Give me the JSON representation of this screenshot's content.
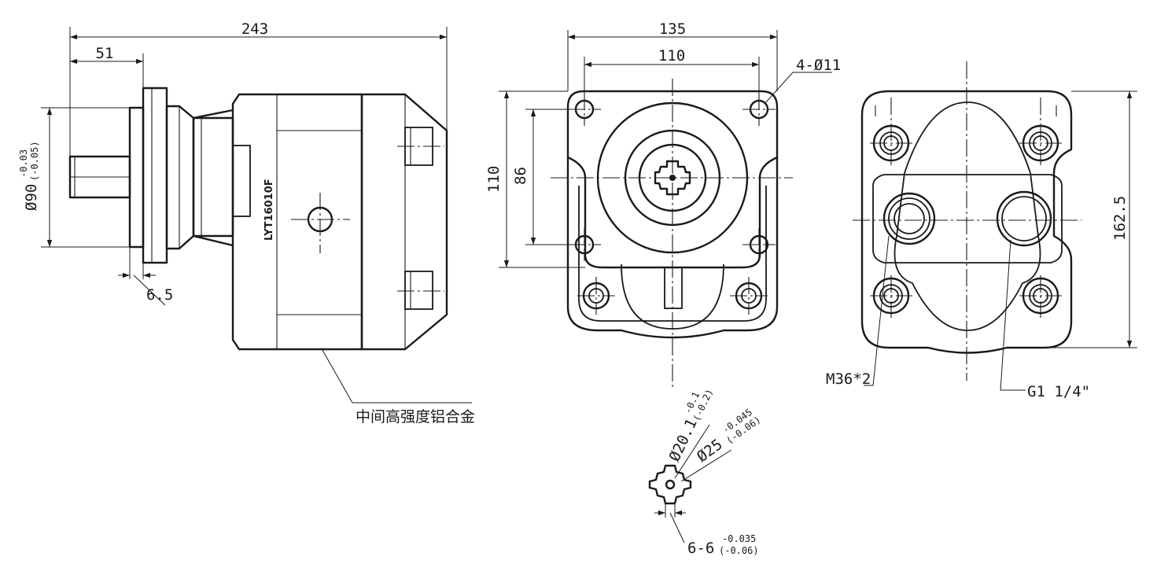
{
  "drawing": {
    "model": "LYT16010F",
    "material_note": "中间高强度铝合金",
    "dims": {
      "overall_length": "243",
      "flange_offset": "51",
      "shaft_dia": "Ø90",
      "shaft_tol_upper": "-0.03",
      "shaft_tol_lower": "(-0.05)",
      "flange_thickness": "6.5",
      "flange_width": "135",
      "bolt_spacing_h": "110",
      "bolt_holes": "4-Ø11",
      "flange_height": "110",
      "bolt_spacing_v": "86",
      "body_height": "162.5",
      "port_thread": "M36*2",
      "port_gas": "G1 1/4\""
    },
    "spline": {
      "minor_dia": "Ø20.1",
      "minor_tol_upper": "-0.1",
      "minor_tol_lower": "(-0.2)",
      "major_dia": "Ø25",
      "major_tol_upper": "-0.045",
      "major_tol_lower": "(-0.06)",
      "tooth": "6-6",
      "tooth_tol_upper": "-0.035",
      "tooth_tol_lower": "(-0.06)"
    }
  }
}
